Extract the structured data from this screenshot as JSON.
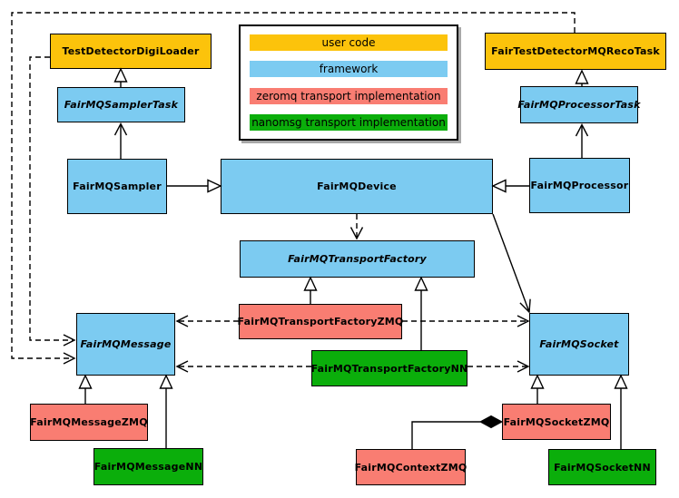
{
  "colors": {
    "user": "#FCC30B",
    "framework": "#7CCBF1",
    "zeromq": "#F97D72",
    "nanomsg": "#0BAE0B"
  },
  "legend": {
    "items": [
      {
        "label": "user code",
        "type": "user"
      },
      {
        "label": "framework",
        "type": "framework"
      },
      {
        "label": "zeromq transport implementation",
        "type": "zeromq"
      },
      {
        "label": "nanomsg transport implementation",
        "type": "nanomsg"
      }
    ]
  },
  "nodes": {
    "testdetectordigiloader": {
      "label": "TestDetectorDigiLoader",
      "type": "user"
    },
    "fairtestdetectormqrecotask": {
      "label": "FairTestDetectorMQRecoTask",
      "type": "user"
    },
    "fairmqsamplertask": {
      "label": "FairMQSamplerTask",
      "type": "framework",
      "abstract": true
    },
    "fairmqprocessortask": {
      "label": "FairMQProcessorTask",
      "type": "framework",
      "abstract": true
    },
    "fairmqsampler": {
      "label": "FairMQSampler",
      "type": "framework"
    },
    "fairmqdevice": {
      "label": "FairMQDevice",
      "type": "framework"
    },
    "fairmqprocessor": {
      "label": "FairMQProcessor",
      "type": "framework"
    },
    "fairmqtransportfactory": {
      "label": "FairMQTransportFactory",
      "type": "framework",
      "abstract": true
    },
    "fairmqtransportfactoryzmq": {
      "label": "FairMQTransportFactoryZMQ",
      "type": "zeromq"
    },
    "fairmqtransportfactorynn": {
      "label": "FairMQTransportFactoryNN",
      "type": "nanomsg"
    },
    "fairmqmessage": {
      "label": "FairMQMessage",
      "type": "framework",
      "abstract": true
    },
    "fairmqsocket": {
      "label": "FairMQSocket",
      "type": "framework",
      "abstract": true
    },
    "fairmqmessagezmq": {
      "label": "FairMQMessageZMQ",
      "type": "zeromq"
    },
    "fairmqmessagenn": {
      "label": "FairMQMessageNN",
      "type": "nanomsg"
    },
    "fairmqcontextzmq": {
      "label": "FairMQContextZMQ",
      "type": "zeromq"
    },
    "fairmqsocketzmq": {
      "label": "FairMQSocketZMQ",
      "type": "zeromq"
    },
    "fairmqsocketnn": {
      "label": "FairMQSocketNN",
      "type": "nanomsg"
    }
  }
}
